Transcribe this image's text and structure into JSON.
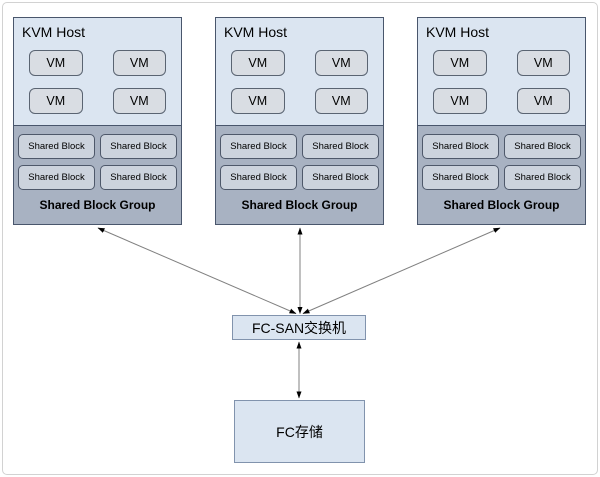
{
  "diagram": {
    "hosts": [
      {
        "title": "KVM Host",
        "vms": [
          "VM",
          "VM",
          "VM",
          "VM"
        ],
        "blocks": [
          "Shared Block",
          "Shared Block",
          "Shared Block",
          "Shared Block"
        ],
        "group_label": "Shared Block Group"
      },
      {
        "title": "KVM Host",
        "vms": [
          "VM",
          "VM",
          "VM",
          "VM"
        ],
        "blocks": [
          "Shared Block",
          "Shared Block",
          "Shared Block",
          "Shared Block"
        ],
        "group_label": "Shared Block Group"
      },
      {
        "title": "KVM Host",
        "vms": [
          "VM",
          "VM",
          "VM",
          "VM"
        ],
        "blocks": [
          "Shared Block",
          "Shared Block",
          "Shared Block",
          "Shared Block"
        ],
        "group_label": "Shared Block Group"
      }
    ],
    "switch": {
      "label": "FC-SAN交换机"
    },
    "storage": {
      "label": "FC存储"
    }
  },
  "colors": {
    "host_fill": "#dbe5f1",
    "host_border": "#49566c",
    "vm_fill": "#d9dde3",
    "vm_border": "#5a6472",
    "group_fill": "#a8b2c2",
    "block_fill": "#ccd3dd",
    "block_border": "#4e586a",
    "node_fill": "#dbe5f1",
    "node_border": "#8193ad",
    "line_color": "#808080",
    "arrow_color": "#000000",
    "frame_border": "#d2d2d2"
  }
}
